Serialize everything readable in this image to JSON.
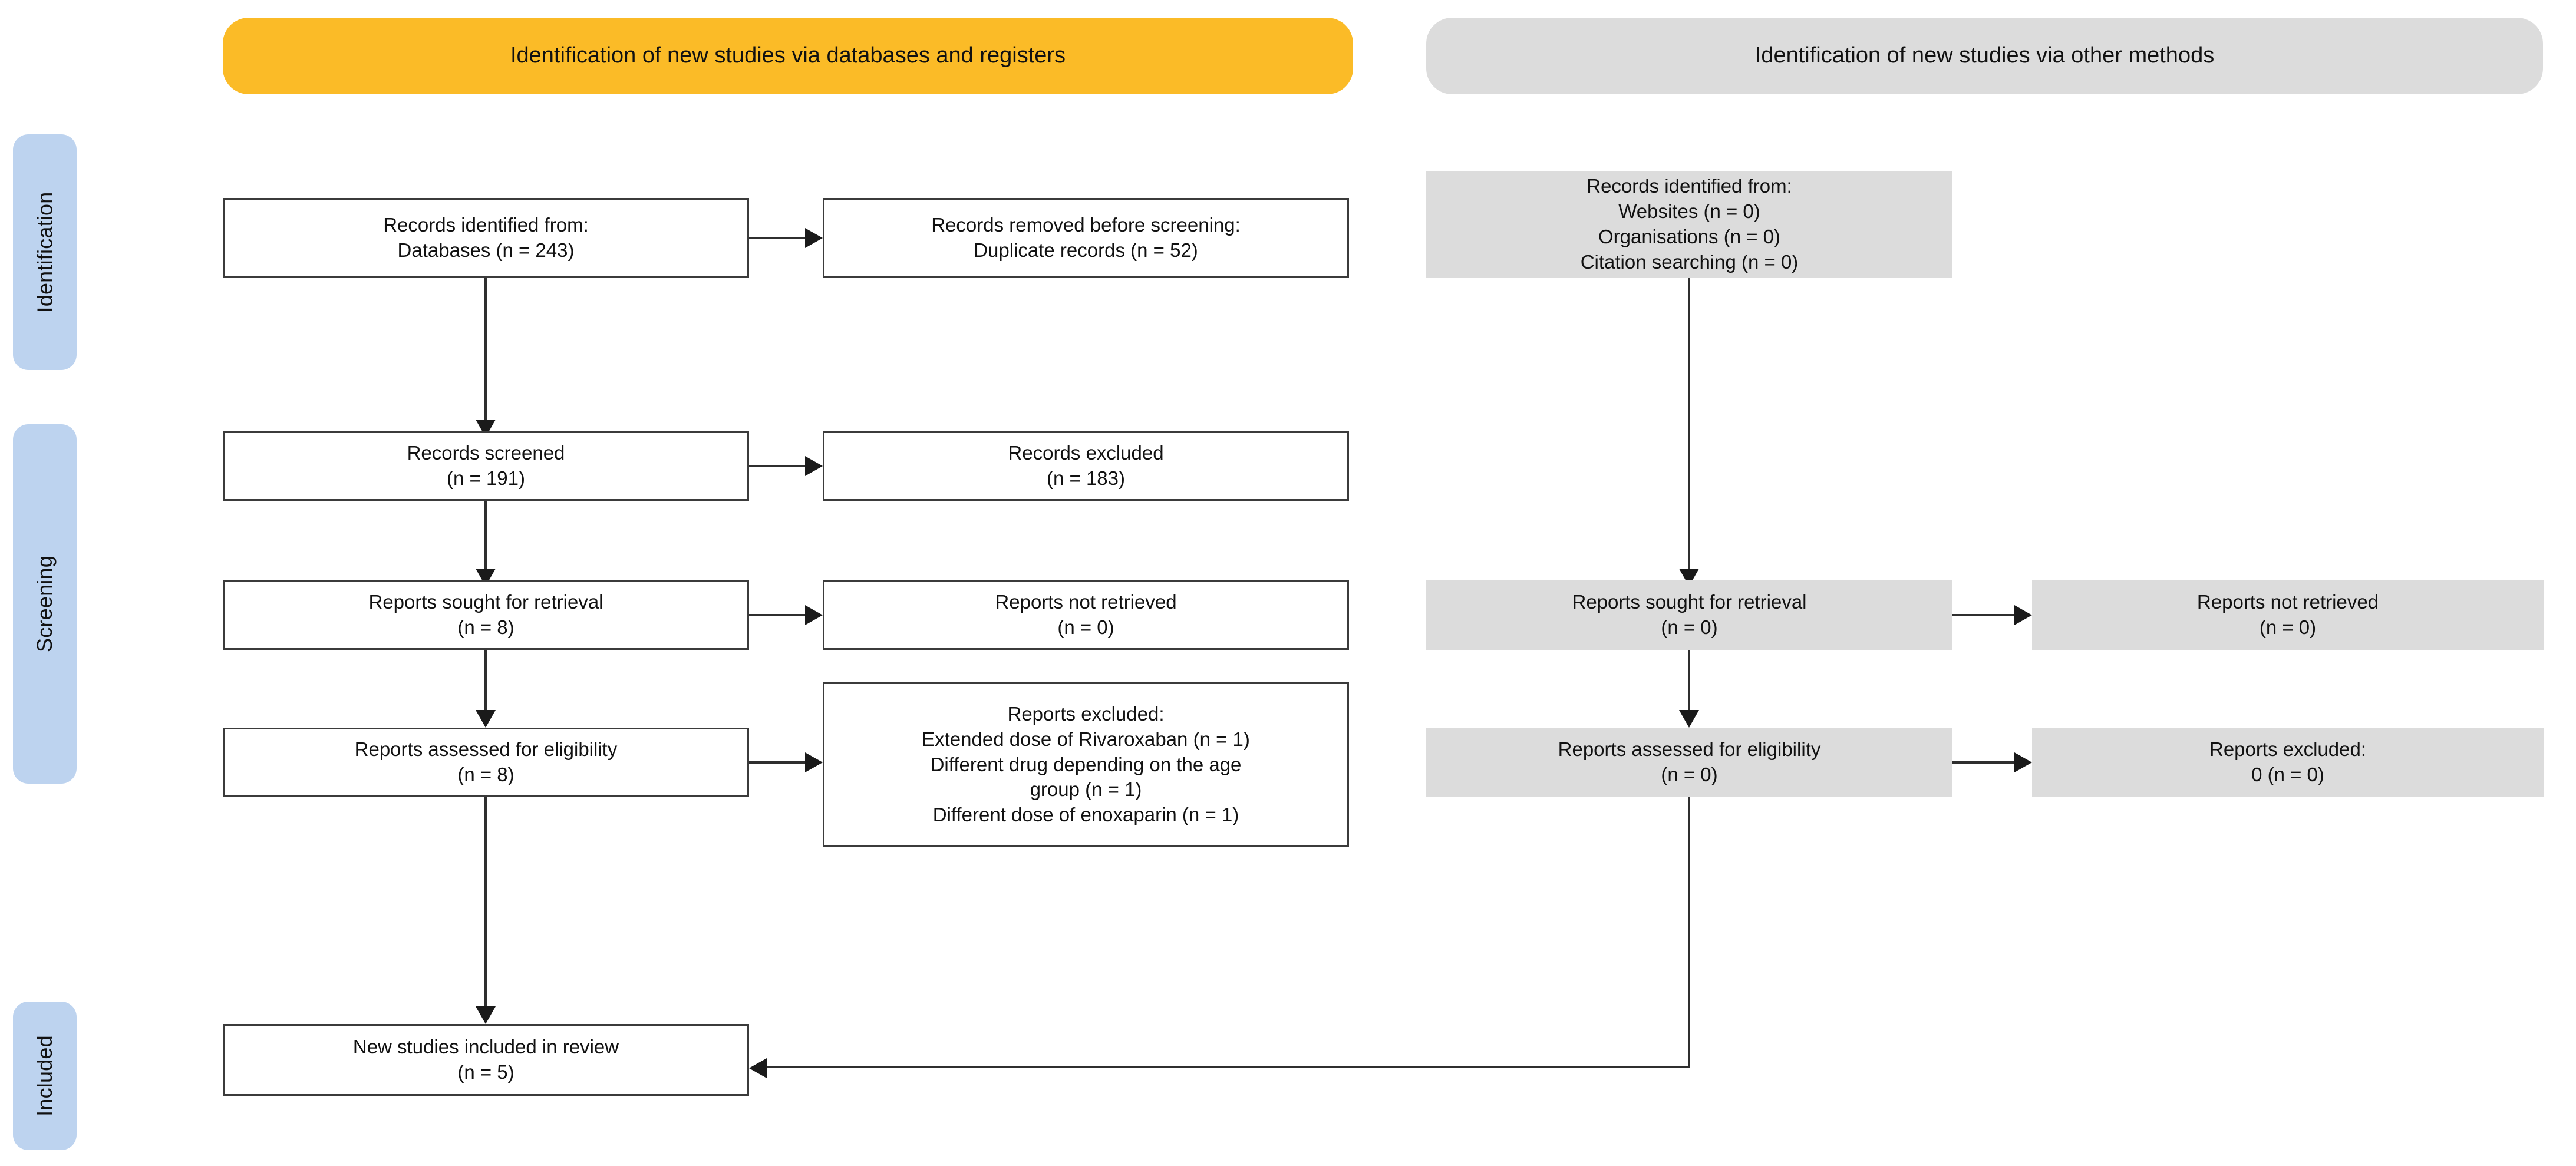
{
  "diagram": {
    "type": "prisma-flow-diagram",
    "banners": {
      "databases": "Identification of new studies via databases and registers",
      "other_methods": "Identification of new studies via other methods"
    },
    "phases": [
      {
        "key": "identification",
        "label": "Identification"
      },
      {
        "key": "screening",
        "label": "Screening"
      },
      {
        "key": "included",
        "label": "Included"
      }
    ],
    "colors": {
      "banner_databases": "#fbbb27",
      "banner_other": "#dcdcdc",
      "phase_rail": "#bdd3ef",
      "node_gray": "#dcdcdc",
      "node_border": "#3b3b3b",
      "connector": "#2f2f2f"
    },
    "left_column": {
      "records_identified": {
        "line1": "Records identified from:",
        "line2": "Databases (n = 243)"
      },
      "records_removed": {
        "line1": "Records removed before screening:",
        "line2": "Duplicate records (n = 52)"
      },
      "records_screened": {
        "line1": "Records screened",
        "line2": "(n = 191)"
      },
      "records_excluded": {
        "line1": "Records excluded",
        "line2": "(n = 183)"
      },
      "reports_sought": {
        "line1": "Reports sought for retrieval",
        "line2": "(n = 8)"
      },
      "reports_not_retrieved": {
        "line1": "Reports not retrieved",
        "line2": "(n = 0)"
      },
      "reports_assessed": {
        "line1": "Reports assessed for eligibility",
        "line2": "(n = 8)"
      },
      "reports_excluded": {
        "line1": "Reports excluded:",
        "line2": "Extended dose of Rivaroxaban (n =  1)",
        "line3": "Different drug depending on the age",
        "line4": "group (n =  1)",
        "line5": "Different dose of enoxaparin (n =  1)"
      },
      "new_studies_included": {
        "line1": "New studies included in review",
        "line2": "(n = 5)"
      }
    },
    "right_column": {
      "records_identified": {
        "line1": "Records identified from:",
        "line2": "Websites (n = 0)",
        "line3": "Organisations (n = 0)",
        "line4": "Citation searching (n = 0)"
      },
      "reports_sought": {
        "line1": "Reports sought for retrieval",
        "line2": "(n = 0)"
      },
      "reports_not_retrieved": {
        "line1": "Reports not retrieved",
        "line2": "(n = 0)"
      },
      "reports_assessed": {
        "line1": "Reports assessed for eligibility",
        "line2": "(n = 0)"
      },
      "reports_excluded": {
        "line1": "Reports excluded:",
        "line2": "0 (n = 0)"
      }
    }
  }
}
